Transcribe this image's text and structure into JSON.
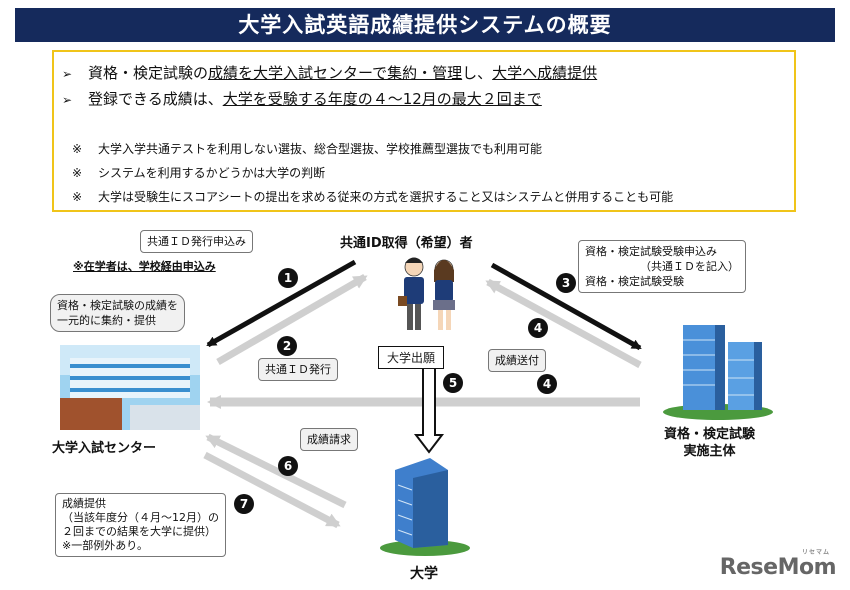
{
  "title": "大学入試英語成績提供システムの概要",
  "summary": {
    "bullet_mark": "➢",
    "bullet1_pre": "資格・検定試験の",
    "bullet1_u": "成績を大学入試センターで集約・管理",
    "bullet1_post": "し、",
    "bullet1_u2": "大学へ成績提供",
    "bullet2_pre": "登録できる成績は、",
    "bullet2_u": "大学を受験する年度の４～12月の最大２回まで",
    "note_mark": "※",
    "note1": "大学入学共通テストを利用しない選抜、総合型選抜、学校推薦型選抜でも利用可能",
    "note2": "システムを利用するかどうかは大学の判断",
    "note3": "大学は受験生にスコアシートの提出を求める従来の方式を選択すること又はシステムと併用することも可能"
  },
  "nodes": {
    "applicant": "共通ID取得（希望）者",
    "center": "大学入試センター",
    "exam_org_line1": "資格・検定試験",
    "exam_org_line2": "実施主体",
    "university": "大学"
  },
  "callouts": {
    "id_application": "共通ＩＤ発行申込み",
    "school_note": "※在学者は、学校経由申込み",
    "center_role_line1": "資格・検定試験の成績を",
    "center_role_line2": "一元的に集約・提供",
    "id_issue": "共通ＩＤ発行",
    "exam_apply_line1": "資格・検定試験受験申込み",
    "exam_apply_line2": "（共通ＩＤを記入）",
    "exam_apply_line3": "資格・検定試験受験",
    "score_send": "成績送付",
    "application": "大学出願",
    "score_request": "成績請求",
    "score_provide_line1": "成績提供",
    "score_provide_line2": "（当該年度分（４月～12月）の",
    "score_provide_line3": "２回までの結果を大学に提供）",
    "score_provide_line4": "※一部例外あり。"
  },
  "steps": {
    "s1": "1",
    "s2": "2",
    "s3": "3",
    "s4a": "4",
    "s4b": "4",
    "s5": "5",
    "s6": "6",
    "s7": "7"
  },
  "logo": {
    "text": "ReseMom",
    "sub": "リセマム"
  },
  "colors": {
    "title_bg": "#152a5c",
    "box_border": "#f0c419",
    "arrow_black": "#111111",
    "arrow_grey": "#cfcfcf"
  }
}
